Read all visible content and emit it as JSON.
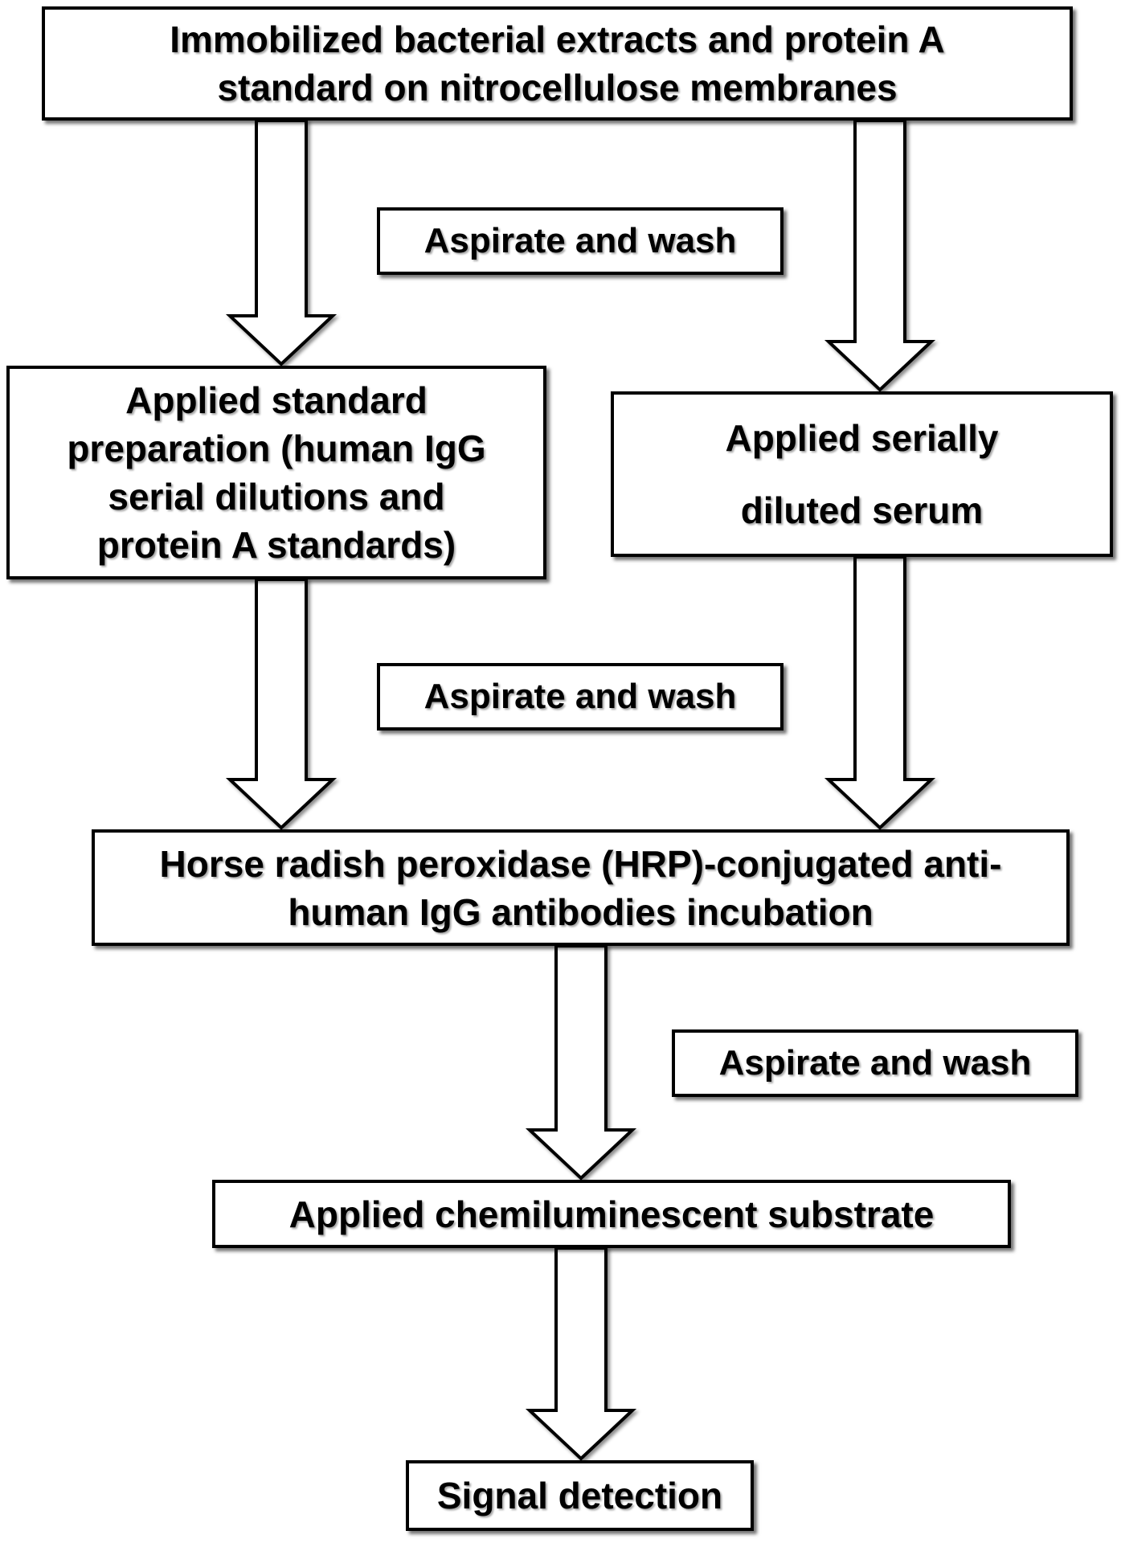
{
  "steps": {
    "immobilized": "Immobilized bacterial extracts and protein A\nstandard on nitrocellulose membranes",
    "standard": "Applied standard\npreparation (human IgG\nserial dilutions and\nprotein A standards)",
    "serum": "Applied serially\ndiluted serum",
    "hrp": "Horse radish peroxidase (HRP)-conjugated anti-\nhuman IgG antibodies incubation",
    "substrate": "Applied chemiluminescent substrate",
    "signal": "Signal detection"
  },
  "wash_steps": [
    "Aspirate and wash",
    "Aspirate and wash",
    "Aspirate and wash"
  ]
}
